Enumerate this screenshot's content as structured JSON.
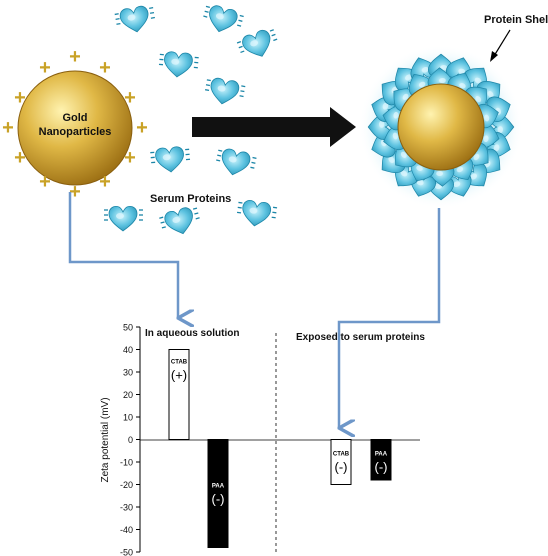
{
  "diagram": {
    "np_label_line1": "Gold",
    "np_label_line2": "Nanoparticles",
    "serum_label": "Serum Proteins",
    "shell_label": "Protein Shell",
    "plus_sign": "+",
    "minus_sign": "−",
    "colors": {
      "gold_light": "#fff3b0",
      "gold_mid": "#e0b846",
      "gold_dark": "#9a6d12",
      "plus": "#c9a227",
      "protein_light": "#9fe4f5",
      "protein_dark": "#1c86a8",
      "arrow": "#111111",
      "connector": "#6e97c9"
    }
  },
  "chart_data": {
    "type": "bar",
    "ylabel": "Zeta potential (mV)",
    "ylim": [
      -50,
      50
    ],
    "yticks": [
      50,
      40,
      30,
      20,
      10,
      0,
      -10,
      -20,
      -30,
      -40,
      -50
    ],
    "panels": [
      {
        "title": "In aqueous solution"
      },
      {
        "title": "Exposed to serum proteins"
      }
    ],
    "bars": [
      {
        "panel": 0,
        "label": "CTAB",
        "charge": "(+)",
        "value": 40,
        "fill": "#ffffff"
      },
      {
        "panel": 0,
        "label": "PAA",
        "charge": "(-)",
        "value": -48,
        "fill": "#000000"
      },
      {
        "panel": 1,
        "label": "CTAB",
        "charge": "(-)",
        "value": -20,
        "fill": "#ffffff"
      },
      {
        "panel": 1,
        "label": "PAA",
        "charge": "(-)",
        "value": -18,
        "fill": "#000000"
      }
    ]
  }
}
